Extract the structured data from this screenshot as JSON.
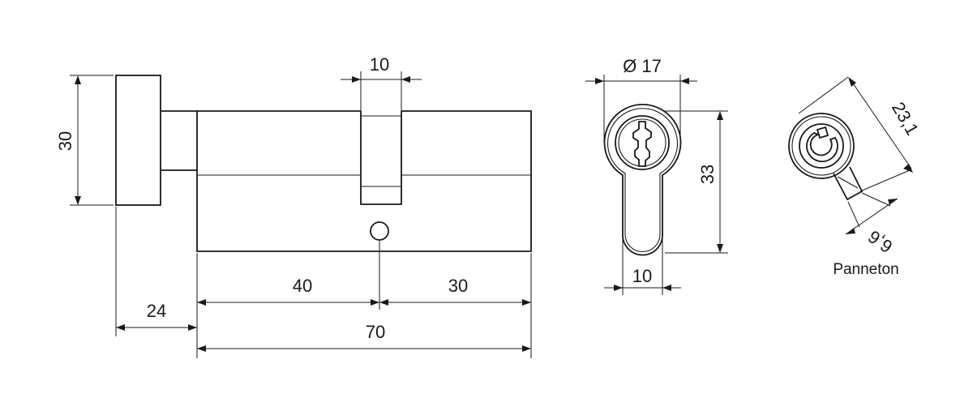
{
  "dimensions": {
    "knob_height": "30",
    "cam_slot_width": "10",
    "diameter": "Ø 17",
    "profile_height": "33",
    "profile_width": "10",
    "length_left": "40",
    "length_right": "30",
    "knob_offset": "24",
    "total_length": "70",
    "cam_radius": "23,1",
    "cam_width": "6,6"
  },
  "labels": {
    "cam_caption": "Panneton"
  },
  "colors": {
    "line": "#1a1a1a",
    "background": "#ffffff"
  }
}
